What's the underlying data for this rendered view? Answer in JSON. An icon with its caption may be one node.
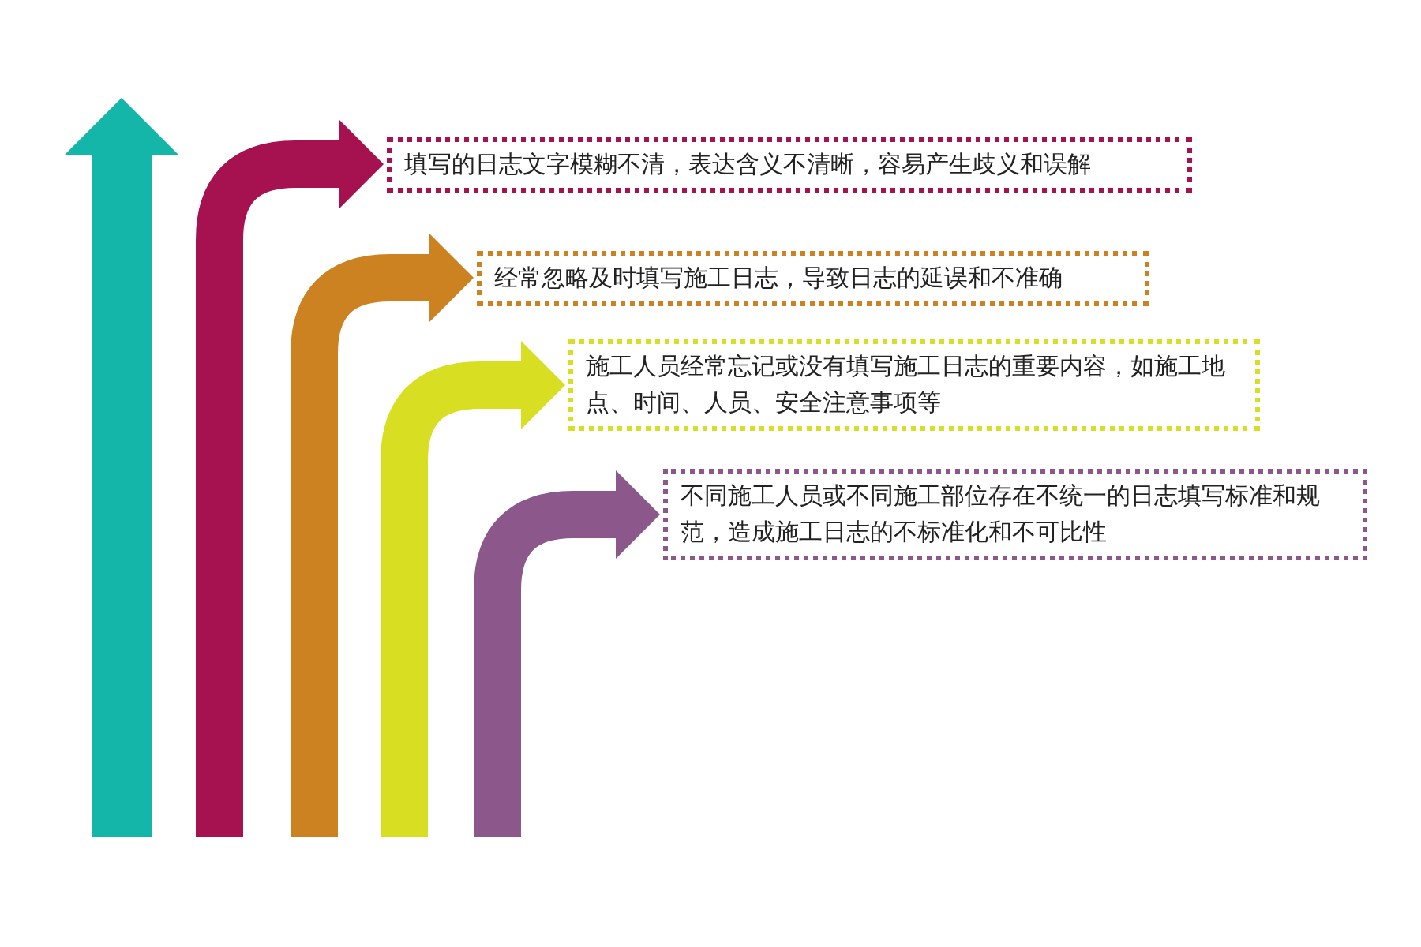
{
  "diagram": {
    "nodes": [
      {
        "text": [
          "填写的日志文字模糊不清，表达含义不清晰，容易产生歧义和误解"
        ]
      },
      {
        "text": [
          "经常忽略及时填写施工日志，导致日志的延误和不准确"
        ]
      },
      {
        "text": [
          "施工人员经常忘记或没有填写施工日志的重要内容，如施工地点、时间、人员、安全注意事项等"
        ]
      },
      {
        "text": [
          "不同施工人员或不同施工部位存在不统一的日志填写标准和规范，造成施工日志的不标准化和不可比性"
        ]
      }
    ],
    "edges": [
      {
        "from": null,
        "to": 0,
        "arrow": "to",
        "color": "#a5124f"
      },
      {
        "from": null,
        "to": 1,
        "arrow": "to",
        "color": "#cd8221"
      },
      {
        "from": null,
        "to": 2,
        "arrow": "to",
        "color": "#d8df23"
      },
      {
        "from": null,
        "to": 3,
        "arrow": "to",
        "color": "#8c578b"
      }
    ]
  }
}
